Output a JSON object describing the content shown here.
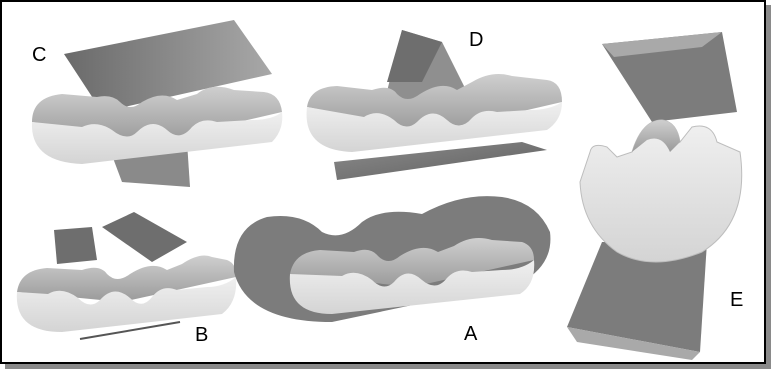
{
  "labels": {
    "a": "A",
    "b": "B",
    "c": "C",
    "d": "D",
    "e": "E"
  },
  "colors": {
    "frame": "#000000",
    "shadow": "#8a8a8a",
    "light_face": "#e6e6e6",
    "mid_face": "#a8a8a8",
    "dark_face": "#7a7a7a",
    "plane_light": "#a0a0a0",
    "plane_dark": "#6e6e6e"
  }
}
